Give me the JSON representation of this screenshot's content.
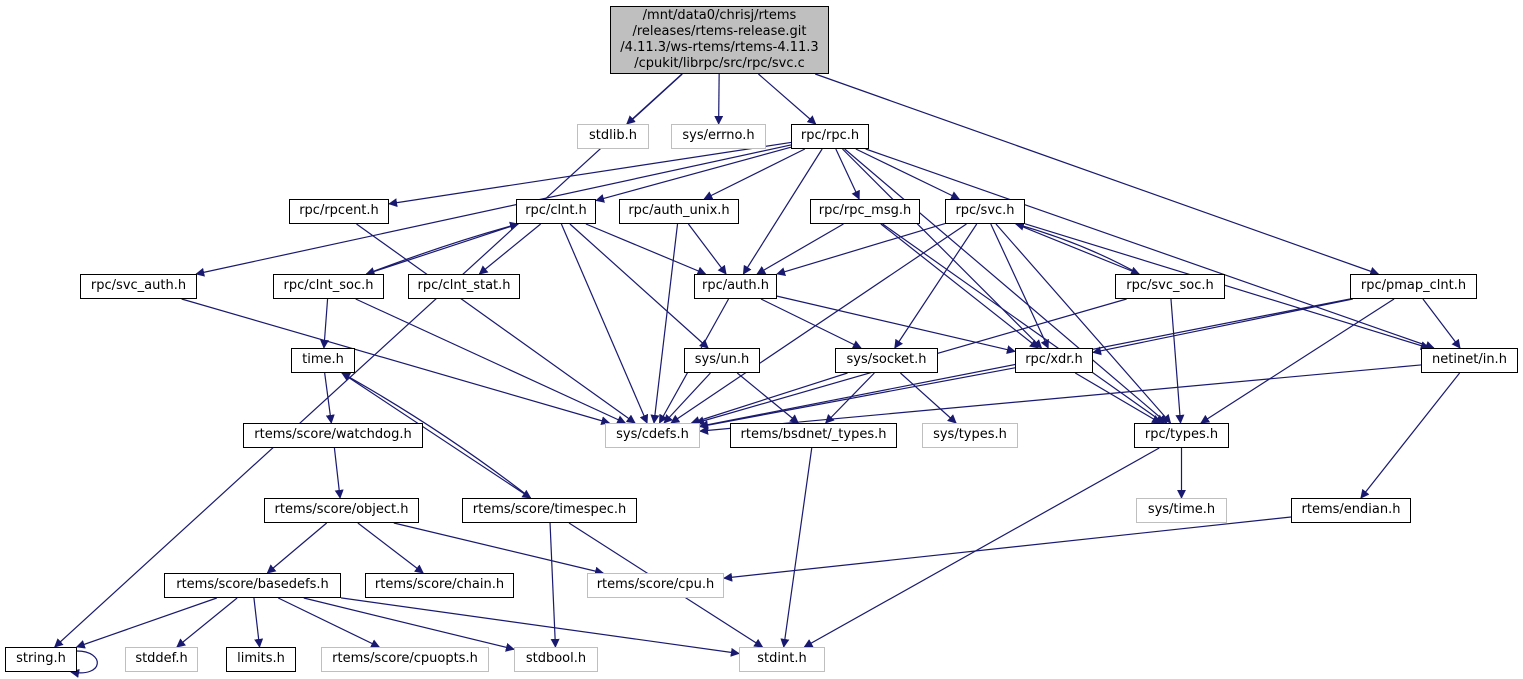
{
  "diagram": {
    "type": "include-dependency-graph",
    "edge_color": "#191970",
    "root": {
      "id": "svc_c",
      "lines": [
        "/mnt/data0/chrisj/rtems",
        "/releases/rtems-release.git",
        "/4.11.3/ws-rtems/rtems-4.11.3",
        "/cpukit/librpc/src/rpc/svc.c"
      ]
    },
    "nodes": [
      {
        "id": "stdlib_h",
        "label": "stdlib.h",
        "kind": "ext"
      },
      {
        "id": "sys_errno_h",
        "label": "sys/errno.h",
        "kind": "ext"
      },
      {
        "id": "rpc_rpc_h",
        "label": "rpc/rpc.h",
        "kind": "doc"
      },
      {
        "id": "rpc_rpcent_h",
        "label": "rpc/rpcent.h",
        "kind": "doc"
      },
      {
        "id": "rpc_clnt_h",
        "label": "rpc/clnt.h",
        "kind": "doc"
      },
      {
        "id": "rpc_auth_unix_h",
        "label": "rpc/auth_unix.h",
        "kind": "doc"
      },
      {
        "id": "rpc_rpc_msg_h",
        "label": "rpc/rpc_msg.h",
        "kind": "doc"
      },
      {
        "id": "rpc_svc_h",
        "label": "rpc/svc.h",
        "kind": "doc"
      },
      {
        "id": "rpc_svc_auth_h",
        "label": "rpc/svc_auth.h",
        "kind": "doc"
      },
      {
        "id": "rpc_clnt_soc_h",
        "label": "rpc/clnt_soc.h",
        "kind": "doc"
      },
      {
        "id": "rpc_clnt_stat_h",
        "label": "rpc/clnt_stat.h",
        "kind": "doc"
      },
      {
        "id": "rpc_auth_h",
        "label": "rpc/auth.h",
        "kind": "doc"
      },
      {
        "id": "rpc_svc_soc_h",
        "label": "rpc/svc_soc.h",
        "kind": "doc"
      },
      {
        "id": "rpc_pmap_clnt_h",
        "label": "rpc/pmap_clnt.h",
        "kind": "doc"
      },
      {
        "id": "time_h",
        "label": "time.h",
        "kind": "doc"
      },
      {
        "id": "sys_un_h",
        "label": "sys/un.h",
        "kind": "doc"
      },
      {
        "id": "sys_socket_h",
        "label": "sys/socket.h",
        "kind": "doc"
      },
      {
        "id": "rpc_xdr_h",
        "label": "rpc/xdr.h",
        "kind": "doc"
      },
      {
        "id": "netinet_in_h",
        "label": "netinet/in.h",
        "kind": "doc"
      },
      {
        "id": "sys_cdefs_h",
        "label": "sys/cdefs.h",
        "kind": "ext"
      },
      {
        "id": "rtems_bsdnet_types_h",
        "label": "rtems/bsdnet/_types.h",
        "kind": "doc"
      },
      {
        "id": "sys_types_h",
        "label": "sys/types.h",
        "kind": "ext"
      },
      {
        "id": "rpc_types_h",
        "label": "rpc/types.h",
        "kind": "doc"
      },
      {
        "id": "rtems_score_watchdog_h",
        "label": "rtems/score/watchdog.h",
        "kind": "doc"
      },
      {
        "id": "rtems_score_object_h",
        "label": "rtems/score/object.h",
        "kind": "doc"
      },
      {
        "id": "rtems_score_timespec_h",
        "label": "rtems/score/timespec.h",
        "kind": "doc"
      },
      {
        "id": "sys_time_h",
        "label": "sys/time.h",
        "kind": "ext"
      },
      {
        "id": "rtems_endian_h",
        "label": "rtems/endian.h",
        "kind": "doc"
      },
      {
        "id": "rtems_score_basedefs_h",
        "label": "rtems/score/basedefs.h",
        "kind": "doc"
      },
      {
        "id": "rtems_score_chain_h",
        "label": "rtems/score/chain.h",
        "kind": "doc"
      },
      {
        "id": "rtems_score_cpu_h",
        "label": "rtems/score/cpu.h",
        "kind": "ext"
      },
      {
        "id": "string_h",
        "label": "string.h",
        "kind": "doc"
      },
      {
        "id": "stddef_h",
        "label": "stddef.h",
        "kind": "ext"
      },
      {
        "id": "limits_h",
        "label": "limits.h",
        "kind": "doc"
      },
      {
        "id": "rtems_score_cpuopts_h",
        "label": "rtems/score/cpuopts.h",
        "kind": "ext"
      },
      {
        "id": "stdbool_h",
        "label": "stdbool.h",
        "kind": "ext"
      },
      {
        "id": "stdint_h",
        "label": "stdint.h",
        "kind": "ext"
      }
    ],
    "edges": [
      [
        "svc_c",
        "string_h"
      ],
      [
        "svc_c",
        "stdlib_h"
      ],
      [
        "svc_c",
        "sys_errno_h"
      ],
      [
        "svc_c",
        "rpc_rpc_h"
      ],
      [
        "svc_c",
        "rpc_pmap_clnt_h"
      ],
      [
        "rpc_rpc_h",
        "rpc_svc_auth_h"
      ],
      [
        "rpc_rpc_h",
        "rpc_rpcent_h"
      ],
      [
        "rpc_rpc_h",
        "rpc_clnt_h"
      ],
      [
        "rpc_rpc_h",
        "rpc_auth_unix_h"
      ],
      [
        "rpc_rpc_h",
        "rpc_auth_h"
      ],
      [
        "rpc_rpc_h",
        "rpc_rpc_msg_h"
      ],
      [
        "rpc_rpc_h",
        "rpc_svc_h"
      ],
      [
        "rpc_rpc_h",
        "rpc_xdr_h"
      ],
      [
        "rpc_rpc_h",
        "rpc_types_h"
      ],
      [
        "rpc_rpc_h",
        "netinet_in_h"
      ],
      [
        "rpc_rpcent_h",
        "sys_cdefs_h"
      ],
      [
        "rpc_clnt_h",
        "rpc_clnt_soc_h"
      ],
      [
        "rpc_clnt_h",
        "rpc_clnt_stat_h"
      ],
      [
        "rpc_clnt_h",
        "rpc_auth_h"
      ],
      [
        "rpc_clnt_h",
        "sys_un_h"
      ],
      [
        "rpc_clnt_h",
        "sys_cdefs_h"
      ],
      [
        "rpc_clnt_soc_h",
        "rpc_clnt_h"
      ],
      [
        "rpc_clnt_soc_h",
        "time_h"
      ],
      [
        "rpc_clnt_soc_h",
        "sys_cdefs_h"
      ],
      [
        "rpc_auth_unix_h",
        "rpc_auth_h"
      ],
      [
        "rpc_auth_unix_h",
        "sys_cdefs_h"
      ],
      [
        "rpc_rpc_msg_h",
        "rpc_auth_h"
      ],
      [
        "rpc_rpc_msg_h",
        "rpc_xdr_h"
      ],
      [
        "rpc_rpc_msg_h",
        "rpc_types_h"
      ],
      [
        "rpc_svc_h",
        "rpc_auth_h"
      ],
      [
        "rpc_svc_h",
        "sys_socket_h"
      ],
      [
        "rpc_svc_h",
        "rpc_xdr_h"
      ],
      [
        "rpc_svc_h",
        "rpc_svc_soc_h"
      ],
      [
        "rpc_svc_h",
        "rpc_types_h"
      ],
      [
        "rpc_svc_h",
        "netinet_in_h"
      ],
      [
        "rpc_svc_h",
        "sys_cdefs_h"
      ],
      [
        "rpc_svc_soc_h",
        "rpc_svc_h"
      ],
      [
        "rpc_svc_soc_h",
        "rpc_types_h"
      ],
      [
        "rpc_svc_soc_h",
        "sys_cdefs_h"
      ],
      [
        "rpc_svc_auth_h",
        "sys_cdefs_h"
      ],
      [
        "rpc_auth_h",
        "sys_socket_h"
      ],
      [
        "rpc_auth_h",
        "rpc_xdr_h"
      ],
      [
        "rpc_auth_h",
        "sys_cdefs_h"
      ],
      [
        "rpc_pmap_clnt_h",
        "rpc_xdr_h"
      ],
      [
        "rpc_pmap_clnt_h",
        "netinet_in_h"
      ],
      [
        "rpc_pmap_clnt_h",
        "rpc_types_h"
      ],
      [
        "rpc_pmap_clnt_h",
        "sys_cdefs_h"
      ],
      [
        "sys_un_h",
        "sys_cdefs_h"
      ],
      [
        "sys_un_h",
        "rtems_bsdnet_types_h"
      ],
      [
        "sys_socket_h",
        "sys_cdefs_h"
      ],
      [
        "sys_socket_h",
        "rtems_bsdnet_types_h"
      ],
      [
        "sys_socket_h",
        "sys_types_h"
      ],
      [
        "rpc_xdr_h",
        "sys_cdefs_h"
      ],
      [
        "rpc_xdr_h",
        "rpc_types_h"
      ],
      [
        "netinet_in_h",
        "sys_cdefs_h"
      ],
      [
        "netinet_in_h",
        "rtems_endian_h"
      ],
      [
        "rpc_types_h",
        "sys_time_h"
      ],
      [
        "rpc_types_h",
        "stdint_h"
      ],
      [
        "rtems_bsdnet_types_h",
        "stdint_h"
      ],
      [
        "time_h",
        "rtems_score_watchdog_h"
      ],
      [
        "time_h",
        "rtems_score_timespec_h"
      ],
      [
        "rtems_score_timespec_h",
        "time_h"
      ],
      [
        "rtems_score_timespec_h",
        "stdbool_h"
      ],
      [
        "rtems_score_timespec_h",
        "stdint_h"
      ],
      [
        "rtems_score_watchdog_h",
        "rtems_score_object_h"
      ],
      [
        "rtems_score_object_h",
        "rtems_score_basedefs_h"
      ],
      [
        "rtems_score_object_h",
        "rtems_score_chain_h"
      ],
      [
        "rtems_score_object_h",
        "rtems_score_cpu_h"
      ],
      [
        "rtems_endian_h",
        "rtems_score_cpu_h"
      ],
      [
        "rtems_score_basedefs_h",
        "string_h"
      ],
      [
        "rtems_score_basedefs_h",
        "stddef_h"
      ],
      [
        "rtems_score_basedefs_h",
        "limits_h"
      ],
      [
        "rtems_score_basedefs_h",
        "rtems_score_cpuopts_h"
      ],
      [
        "rtems_score_basedefs_h",
        "stdbool_h"
      ],
      [
        "rtems_score_basedefs_h",
        "stdint_h"
      ],
      [
        "string_h",
        "string_h"
      ]
    ]
  }
}
